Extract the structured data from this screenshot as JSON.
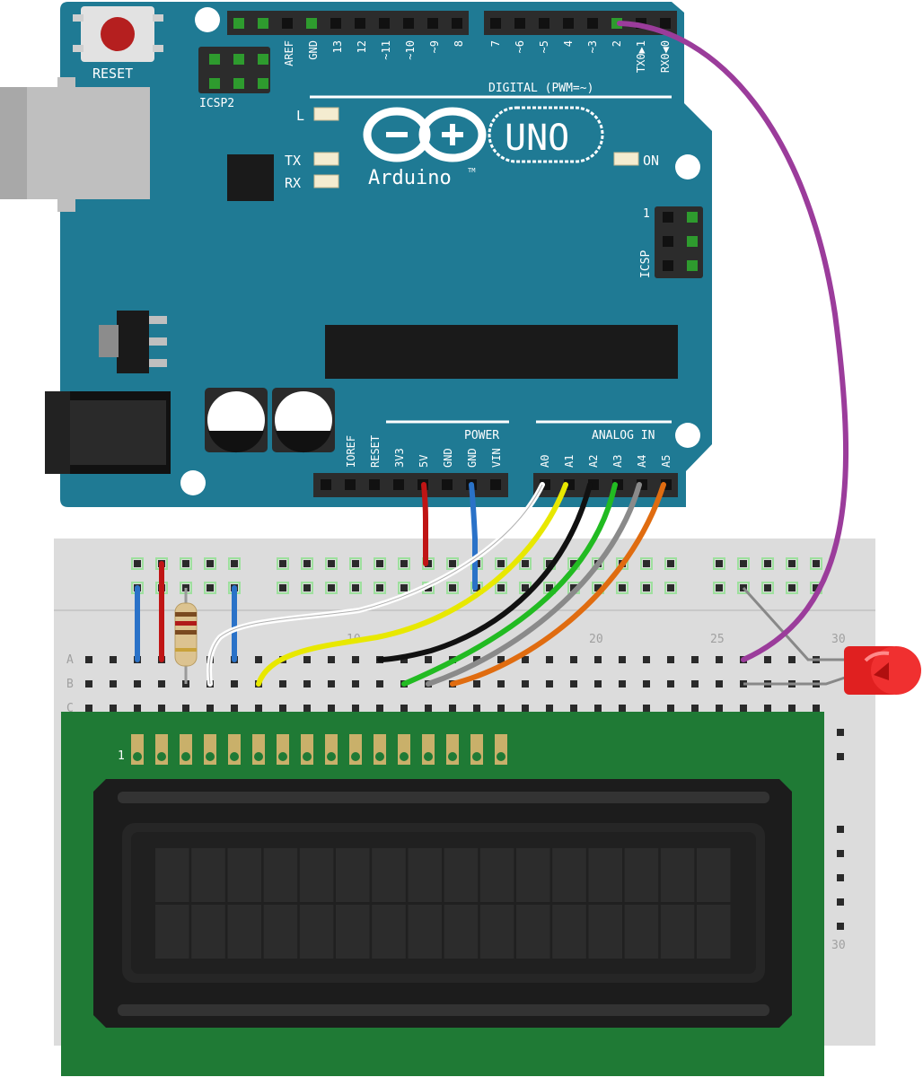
{
  "board": {
    "reset_label": "RESET",
    "icsp2_label": "ICSP2",
    "icsp_label": "ICSP",
    "icsp_pin1": "1",
    "led_l": "L",
    "led_tx": "TX",
    "led_rx": "RX",
    "led_on": "ON",
    "brand": "Arduino",
    "trademark": "TM",
    "model": "UNO",
    "digital_label": "DIGITAL (PWM=~)",
    "power_label": "POWER",
    "analog_label": "ANALOG IN",
    "digital_pins": [
      "AREF",
      "GND",
      "13",
      "12",
      "~11",
      "~10",
      "~9",
      "8",
      "7",
      "~6",
      "~5",
      "4",
      "~3",
      "2",
      "TX0▶1",
      "RX0◀0"
    ],
    "power_pins": [
      "IOREF",
      "RESET",
      "3V3",
      "5V",
      "GND",
      "GND",
      "VIN"
    ],
    "analog_pins": [
      "A0",
      "A1",
      "A2",
      "A3",
      "A4",
      "A5"
    ]
  },
  "breadboard": {
    "row_labels": [
      "A",
      "B",
      "C"
    ],
    "col_labels": [
      "10",
      "20",
      "25",
      "30"
    ],
    "side_col_label": "30"
  },
  "lcd": {
    "pin1_label": "1",
    "pin_count": 16,
    "char_cols": 16,
    "char_rows": 2
  },
  "colors": {
    "board": "#1f7a94",
    "breadboard": "#dcdcdc",
    "lcd_pcb": "#1f7a35",
    "wire_5v": "#c01515",
    "wire_gnd": "#2a72c8",
    "wire_a0": "#ffffff",
    "wire_a1": "#e8e800",
    "wire_a2": "#111111",
    "wire_a3": "#22bb22",
    "wire_a4": "#8a8a8a",
    "wire_a5": "#e06c10",
    "wire_d2": "#9b3c9b",
    "led": "#e02020"
  }
}
